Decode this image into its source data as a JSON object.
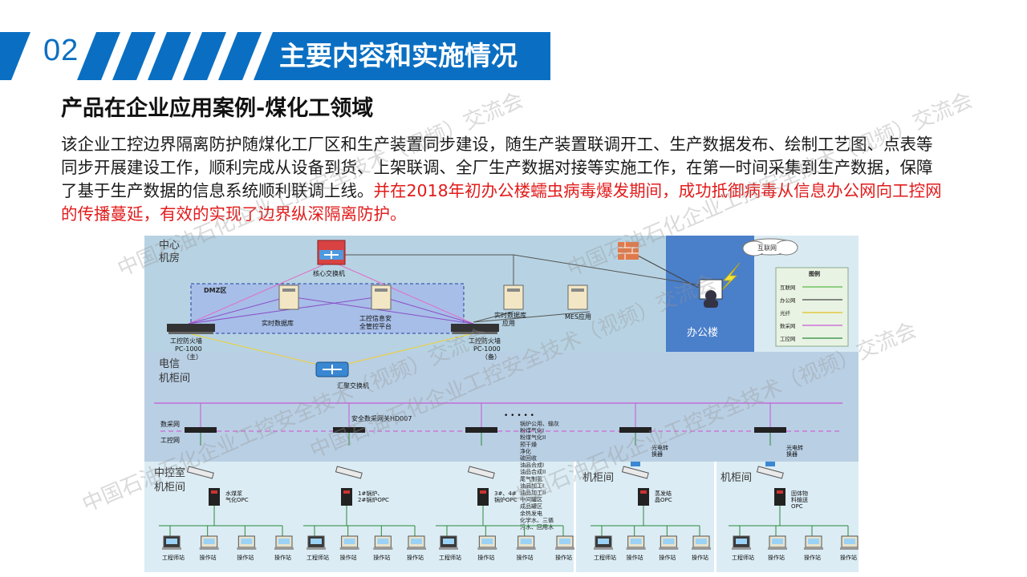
{
  "header": {
    "section_number": "02",
    "section_title": "主要内容和实施情况"
  },
  "subtitle": "产品在企业应用案例-煤化工领域",
  "paragraph": {
    "normal": "该企业工控边界隔离防护随煤化工厂区和生产装置同步建设，随生产装置联调开工、生产数据发布、绘制工艺图、点表等同步开展建设工作，顺利完成从设备到货、上架联调、全厂生产数据对接等实施工作，在第一时间采集到生产数据，保障了基于生产数据的信息系统顺利联调上线。",
    "highlight": "并在2018年初办公楼蠕虫病毒爆发期间，成功抵御病毒从信息办公网向工控网的传播蔓延，有效的实现了边界纵深隔离防护。"
  },
  "watermark": "中国石油石化企业工控安全技术（视频）交流会",
  "diagram": {
    "zones": {
      "center": "中心\n机房",
      "telecom": "电信\n机柜间",
      "control": "中控室\n机柜间",
      "cab1": "机柜间",
      "cab2": "机柜间",
      "office": "办公楼"
    },
    "dmz": "DMZ区",
    "core_switch": "核心交换机",
    "realtime_db": "实时数据库",
    "security_platform": "工控信息安\n全管控平台",
    "realtime_db_app": "实时数据库\n应用",
    "mes_app": "MES应用",
    "fw_main": "工控防火墙\nPC-1000\n（主）",
    "fw_backup": "工控防火墙\nPC-1000\n（备）",
    "agg_switch": "汇聚交换机",
    "internet": "互联网",
    "legend": {
      "title": "图例",
      "items": [
        "互联网",
        "办公网",
        "光纤",
        "数采网",
        "工控网"
      ]
    },
    "network_labels": {
      "data": "数采网",
      "control": "工控网"
    },
    "gateway": "安全数采网关HD007",
    "dots": "• • • • •",
    "unit_list": "锅炉公用、输灰\n粉煤气化I\n粉煤气化II\n预干燥\n净化\n硫回收\n油品合成I\n油品合成II\n尾气制氢\n油品加工I\n油品加工II\n中间罐区\n成品罐区\n余热发电\n化学水、三循\n污水、回用水",
    "opc": [
      "水煤浆\n气化OPC",
      "1#锅炉、\n2#锅炉OPC",
      "3#、4#\n锅炉OPC",
      "蒸发结\n晶OPC",
      "固体物\n料输送\nOPC"
    ],
    "converter": "光电转\n换器",
    "eng_station": "工程师站",
    "op_station": "操作站"
  }
}
